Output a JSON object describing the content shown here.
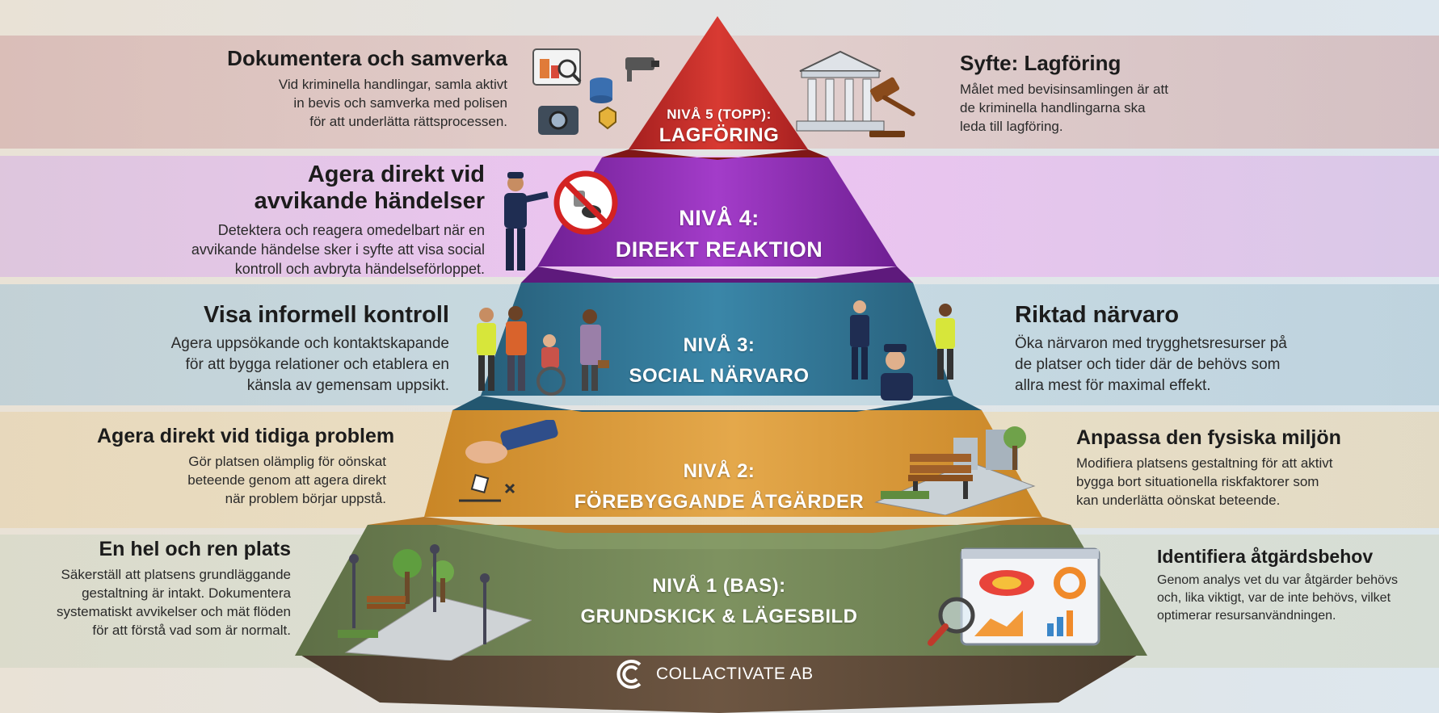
{
  "levels": [
    {
      "id": 5,
      "title": "NIVÅ 5 (TOPP):",
      "name": "LAGFÖRING",
      "color": "#c62828"
    },
    {
      "id": 4,
      "title": "NIVÅ 4:",
      "name": "DIREKT REAKTION",
      "color": "#8e2bb4"
    },
    {
      "id": 3,
      "title": "NIVÅ 3:",
      "name": "SOCIAL NÄRVARO",
      "color": "#2e6f8e"
    },
    {
      "id": 2,
      "title": "NIVÅ 2:",
      "name": "FÖREBYGGANDE ÅTGÄRDER",
      "color": "#d89a35"
    },
    {
      "id": 1,
      "title": "NIVÅ 1 (BAS):",
      "name": "GRUNDSKICK & LÄGESBILD",
      "color": "#6b7d52"
    }
  ],
  "left": {
    "l5": {
      "heading": "Dokumentera och samverka",
      "lines": [
        "Vid kriminella handlingar, samla aktivt",
        "in bevis och samverka med polisen",
        "för att underlätta rättsprocessen."
      ]
    },
    "l4": {
      "heading_lines": [
        "Agera direkt vid",
        "avvikande händelser"
      ],
      "lines": [
        "Detektera och reagera omedelbart när en",
        "avvikande händelse sker i syfte att visa social",
        "kontroll och avbryta händelseförloppet."
      ]
    },
    "l3": {
      "heading": "Visa informell kontroll",
      "lines": [
        "Agera uppsökande och kontaktskapande",
        "för att bygga relationer och etablera en",
        "känsla av gemensam uppsikt."
      ]
    },
    "l2": {
      "heading": "Agera direkt vid tidiga problem",
      "lines": [
        "Gör platsen olämplig för oönskat",
        "beteende genom att agera direkt",
        "när problem börjar uppstå."
      ]
    },
    "l1": {
      "heading": "En hel och ren plats",
      "lines": [
        "Säkerställ att platsens grundläggande",
        "gestaltning är intakt. Dokumentera",
        "systematiskt avvikelser och mät flöden",
        "för att förstå vad som är normalt."
      ]
    }
  },
  "right": {
    "l5": {
      "heading": "Syfte: Lagföring",
      "lines": [
        "Målet med bevisinsamlingen är att",
        "de kriminella handlingarna ska",
        "leda till lagföring."
      ]
    },
    "l3": {
      "heading": "Riktad närvaro",
      "lines": [
        "Öka närvaron med trygghetsresurser på",
        "de platser och tider där de behövs som",
        "allra mest för maximal effekt."
      ]
    },
    "l2": {
      "heading": "Anpassa den fysiska miljön",
      "lines": [
        "Modifiera platsens gestaltning för att aktivt",
        "bygga bort situationella riskfaktorer som",
        "kan underlätta oönskat beteende."
      ]
    },
    "l1": {
      "heading": "Identifiera åtgärdsbehov",
      "lines": [
        "Genom analys vet du var åtgärder behövs",
        "och, lika viktigt, var de inte behövs, vilket",
        "optimerar resursanvändningen."
      ]
    }
  },
  "brand": {
    "name": "COLLACTIVATE AB"
  },
  "icons": [
    "evidence-icons",
    "courthouse-icon",
    "gavel-icon",
    "police-officer-icon",
    "no-graffiti-icon",
    "community-people-icon",
    "patrol-officers-icon",
    "hand-litter-icon",
    "park-bench-icon",
    "park-path-icon",
    "analytics-dashboard-icon",
    "collactivate-logo"
  ]
}
